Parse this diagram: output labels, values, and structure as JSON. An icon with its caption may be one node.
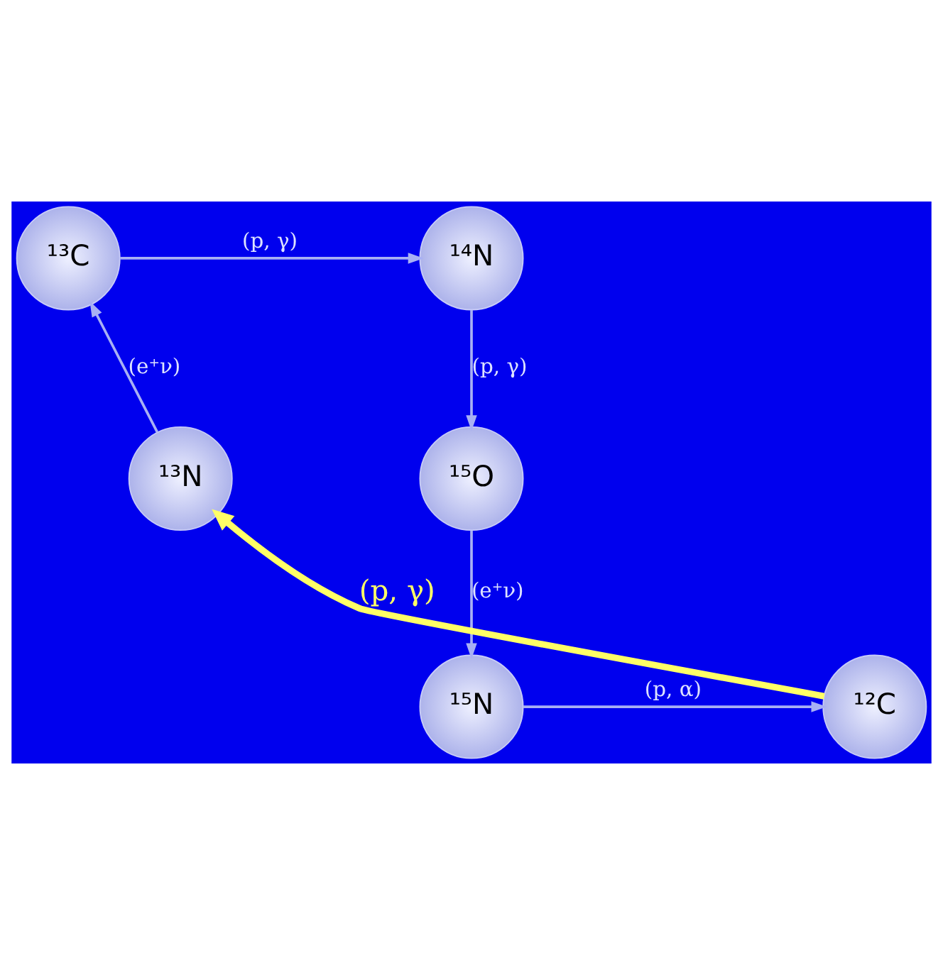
{
  "diagram": {
    "nodes": [
      {
        "text": [
          "¹³C"
        ]
      },
      {
        "text": [
          "¹⁴N"
        ]
      },
      {
        "text": [
          "¹³N"
        ]
      },
      {
        "text": [
          "¹⁵O"
        ]
      },
      {
        "text": [
          "¹²C"
        ]
      },
      {
        "text": [
          "¹⁵N"
        ]
      }
    ],
    "edges": [
      {
        "from": 0,
        "to": 1,
        "arrow": "to",
        "label": "(p, γ)"
      },
      {
        "from": 2,
        "to": 0,
        "arrow": "to",
        "label": "(e⁺ν)"
      },
      {
        "from": 1,
        "to": 3,
        "arrow": "to",
        "label": "(p, γ)"
      },
      {
        "from": 4,
        "to": 2,
        "arrow": "to",
        "label": "(p, γ)",
        "style": "thick",
        "color": "#ffff66"
      },
      {
        "from": 3,
        "to": 5,
        "arrow": "to",
        "label": "(e⁺ν)"
      },
      {
        "from": 5,
        "to": 4,
        "arrow": "to",
        "label": "(p, α)"
      }
    ]
  }
}
